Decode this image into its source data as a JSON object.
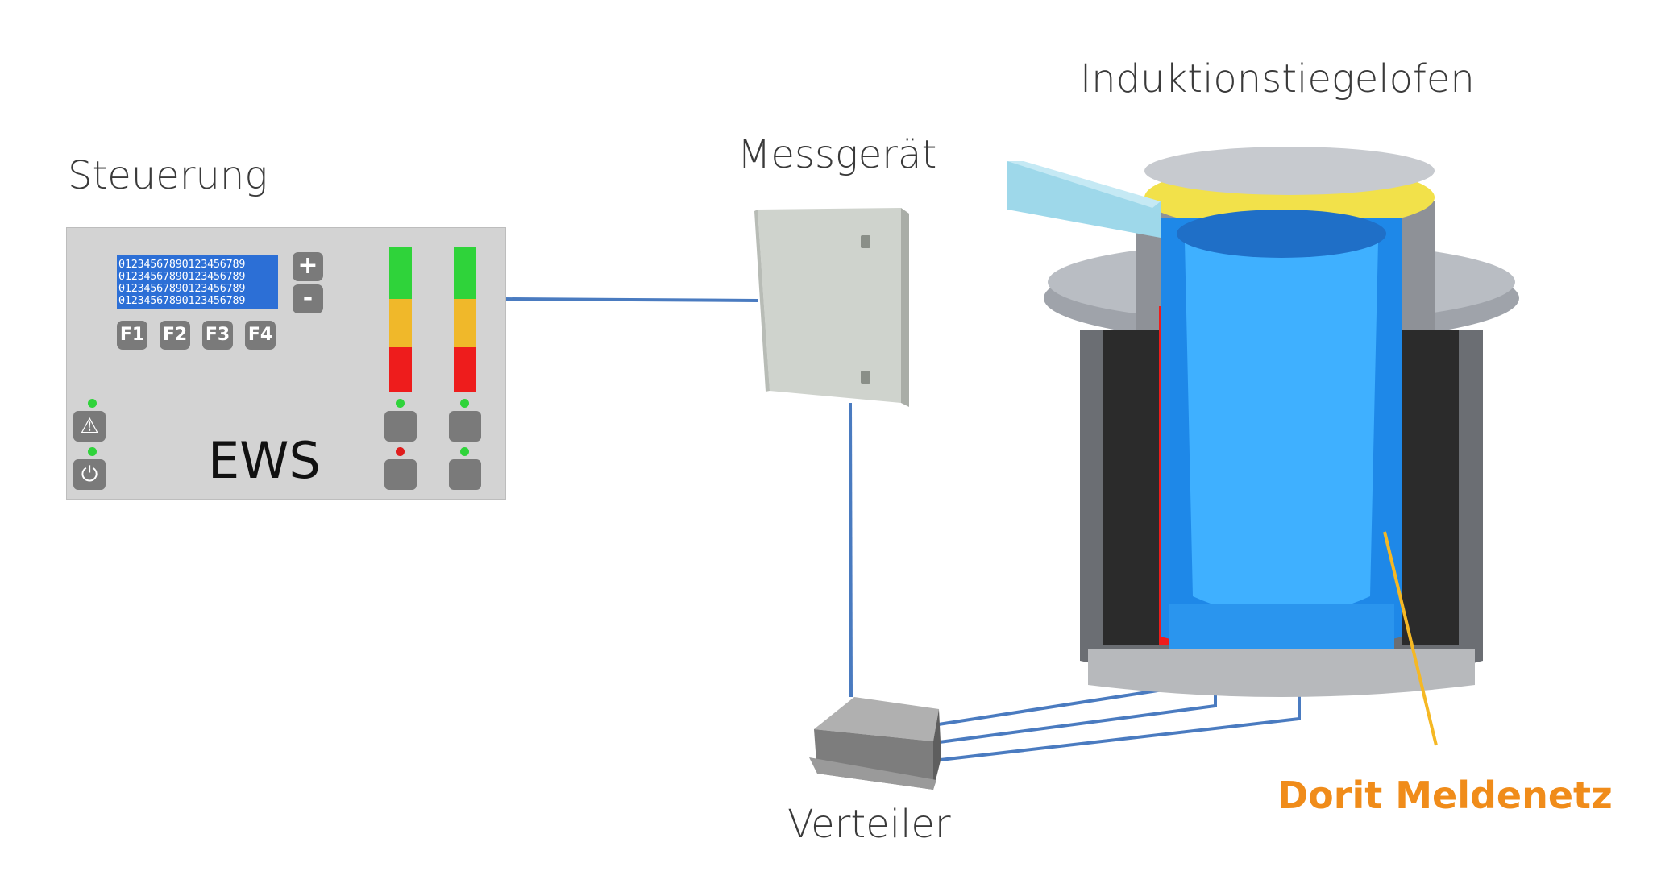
{
  "labels": {
    "steuerung": "Steuerung",
    "messgeraet": "Messgerät",
    "ofen": "Induktionstiegelofen",
    "verteiler": "Verteiler",
    "dorit": "Dorit Meldenetz"
  },
  "panel": {
    "lcd_lines": [
      "01234567890123456789",
      "01234567890123456789",
      "01234567890123456789",
      "01234567890123456789"
    ],
    "plus": "+",
    "minus": "-",
    "f_buttons": [
      "F1",
      "F2",
      "F3",
      "F4"
    ],
    "brand": "EWS"
  },
  "colors": {
    "cable": "#4a7bc0",
    "accent": "#f08c1a",
    "coil": "#ee1c1c",
    "crucible": "#2aa0f0"
  }
}
